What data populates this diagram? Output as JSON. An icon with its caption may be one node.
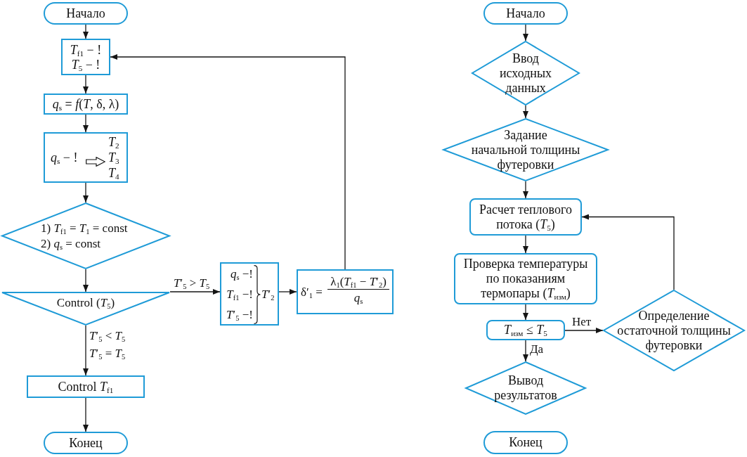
{
  "diagram": {
    "nodes": [
      {
        "text": [
          "Начало"
        ]
      },
      {
        "text": [
          "*T*$_{f1}$ − !",
          "*T*$_{5}$ − !"
        ]
      },
      {
        "text": [
          "*q*$_{s}$ = *f*(*T*, δ, λ)"
        ]
      },
      {
        "text": [
          "*q*$_{s}$ − !",
          "*T*$_{2}$",
          "*T*$_{3}$",
          "*T*$_{4}$"
        ]
      },
      {
        "text": [
          "1) *T*$_{f1}$ = *T*$_{1}$ = const",
          "2) *q*$_{s}$ = const"
        ]
      },
      {
        "text": [
          "Control (*T*$_{5}$)"
        ]
      },
      {
        "text": [
          "Control *T*$_{f1}$"
        ]
      },
      {
        "text": [
          "Конец"
        ]
      },
      {
        "text": [
          "*q*$_{s}$ −!",
          "*T*$_{f1}$ −!",
          "*T*′$_{5}$ −!",
          "*T*′$_{2}$"
        ]
      },
      {
        "text": [
          "δ′$_{1}$ =",
          "λ$_{1}$(*T*$_{f1}$ − *T*′$_{2}$)",
          "*q*$_{s}$"
        ]
      },
      {
        "text": [
          "Начало"
        ]
      },
      {
        "text": [
          "Ввод исходных данных"
        ]
      },
      {
        "text": [
          "Задание начальной толщины футеровки"
        ]
      },
      {
        "text": [
          "Расчет теплового потока (*T*$_{5}$)"
        ]
      },
      {
        "text": [
          "Проверка температуры по показаниям термопары (*T*$_{изм}$)"
        ]
      },
      {
        "text": [
          "*T*$_{изм}$ ≤ *T*$_{5}$"
        ]
      },
      {
        "text": [
          "Определение остаточной толщины футеровки"
        ]
      },
      {
        "text": [
          "Вывод результатов"
        ]
      },
      {
        "text": [
          "Конец"
        ]
      }
    ],
    "edges": [
      {
        "from": 0,
        "to": 1,
        "arrow": "to"
      },
      {
        "from": 1,
        "to": 2,
        "arrow": "to"
      },
      {
        "from": 2,
        "to": 3,
        "arrow": "to"
      },
      {
        "from": 3,
        "to": 4,
        "arrow": "to"
      },
      {
        "from": 4,
        "to": 5,
        "arrow": "to"
      },
      {
        "from": 5,
        "to": 8,
        "arrow": "to",
        "label": "*T*′$_{5}$ > *T*$_{5}$"
      },
      {
        "from": 5,
        "to": 6,
        "arrow": "to",
        "label": "*T*′$_{5}$ < *T*$_{5}$ *T*′$_{5}$ = *T*$_{5}$"
      },
      {
        "from": 6,
        "to": 7,
        "arrow": "to"
      },
      {
        "from": 8,
        "to": 9,
        "arrow": "to"
      },
      {
        "from": 9,
        "to": 1,
        "arrow": "to"
      },
      {
        "from": 10,
        "to": 11,
        "arrow": "to"
      },
      {
        "from": 11,
        "to": 12,
        "arrow": "to"
      },
      {
        "from": 12,
        "to": 13,
        "arrow": "to"
      },
      {
        "from": 13,
        "to": 14,
        "arrow": "to"
      },
      {
        "from": 14,
        "to": 15,
        "arrow": "to"
      },
      {
        "from": 15,
        "to": 17,
        "arrow": "to",
        "label": "Да"
      },
      {
        "from": 15,
        "to": 16,
        "arrow": "to",
        "label": "Нет"
      },
      {
        "from": 16,
        "to": 13,
        "arrow": "to"
      }
    ]
  }
}
